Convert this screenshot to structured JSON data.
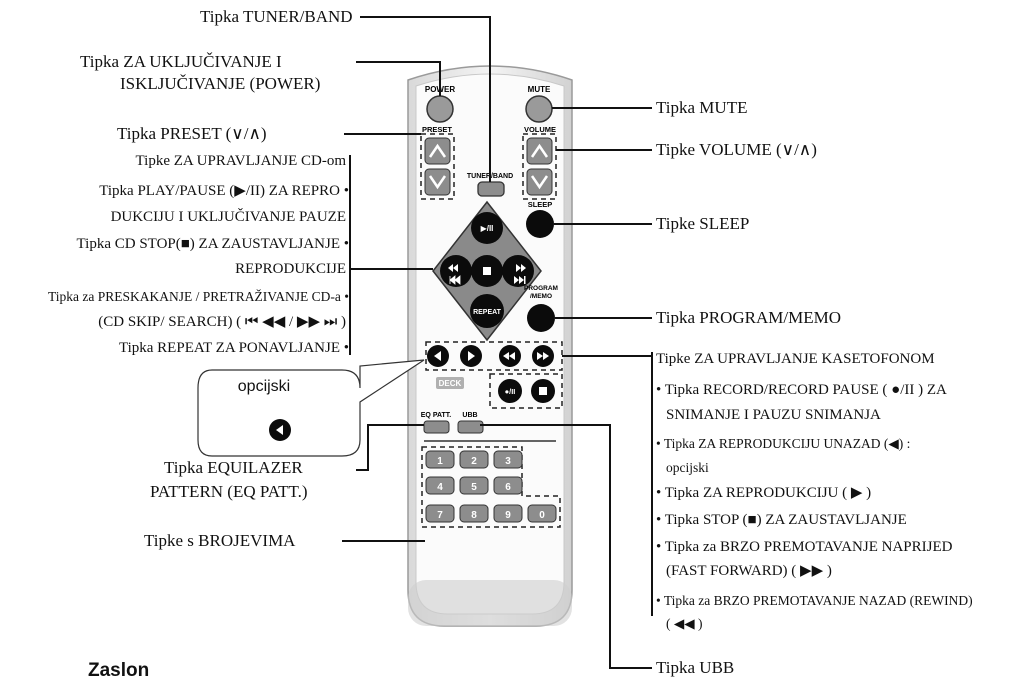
{
  "remote": {
    "power": "POWER",
    "mute": "MUTE",
    "preset": "PRESET",
    "volume": "VOLUME",
    "tuner_band": "TUNER/BAND",
    "sleep": "SLEEP",
    "play_pause": "▶/II",
    "repeat": "REPEAT",
    "program_memo_1": "PROGRAM",
    "program_memo_2": "/MEMO",
    "deck": "DECK",
    "eq_patt": "EQ PATT.",
    "ubb": "UBB",
    "numbers": [
      "1",
      "2",
      "3",
      "4",
      "5",
      "6",
      "7",
      "8",
      "9",
      "0"
    ]
  },
  "callout": {
    "text": "opcijski"
  },
  "labels_left": {
    "tuner_band": "Tipka TUNER/BAND",
    "power_1": "Tipka ZA UKLJUČIVANJE I",
    "power_2": "ISKLJUČIVANJE (POWER)",
    "preset": "Tipka PRESET (∨/∧)",
    "cd_1": "Tipke ZA UPRAVLJANJE CD-om",
    "cd_2": "Tipka PLAY/PAUSE (▶/II) ZA REPRO •",
    "cd_3": "DUKCIJU I UKLJUČIVANJE PAUZE",
    "cd_4": "Tipka CD STOP(■) ZA ZAUSTAVLJANJE •",
    "cd_5": "REPRODUKCIJE",
    "cd_6": "Tipka za PRESKAKANJE / PRETRAŽIVANJE CD-a •",
    "cd_7": "(CD SKIP/ SEARCH) ( ⏮ ◀◀ / ▶▶ ⏭ )",
    "cd_8": "Tipka REPEAT ZA PONAVLJANJE •",
    "eq_1": "Tipka EQUILAZER",
    "eq_2": "PATTERN (EQ PATT.)",
    "numbers": "Tipke s BROJEVIMA"
  },
  "labels_right": {
    "mute": "Tipka MUTE",
    "volume": "Tipke VOLUME (∨/∧)",
    "sleep": "Tipke SLEEP",
    "program": "Tipka PROGRAM/MEMO",
    "tape_1": "Tipke ZA UPRAVLJANJE KASETOFONOM",
    "tape_2": "• Tipka RECORD/RECORD PAUSE ( ●/II ) ZA",
    "tape_3": "SNIMANJE I PAUZU SNIMANJA",
    "tape_4": "• Tipka ZA REPRODUKCIJU UNAZAD (◀) :",
    "tape_5": "opcijski",
    "tape_6": "• Tipka ZA REPRODUKCIJU ( ▶ )",
    "tape_7": "• Tipka STOP (■) ZA ZAUSTAVLJANJE",
    "tape_8": "• Tipka za BRZO PREMOTAVANJE NAPRIJED",
    "tape_9": "(FAST FORWARD) ( ▶▶ )",
    "tape_10": "• Tipka za BRZO PREMOTAVANJE NAZAD (REWIND)",
    "tape_11": "( ◀◀ )",
    "ubb": "Tipka UBB"
  },
  "footer": "Zaslon"
}
